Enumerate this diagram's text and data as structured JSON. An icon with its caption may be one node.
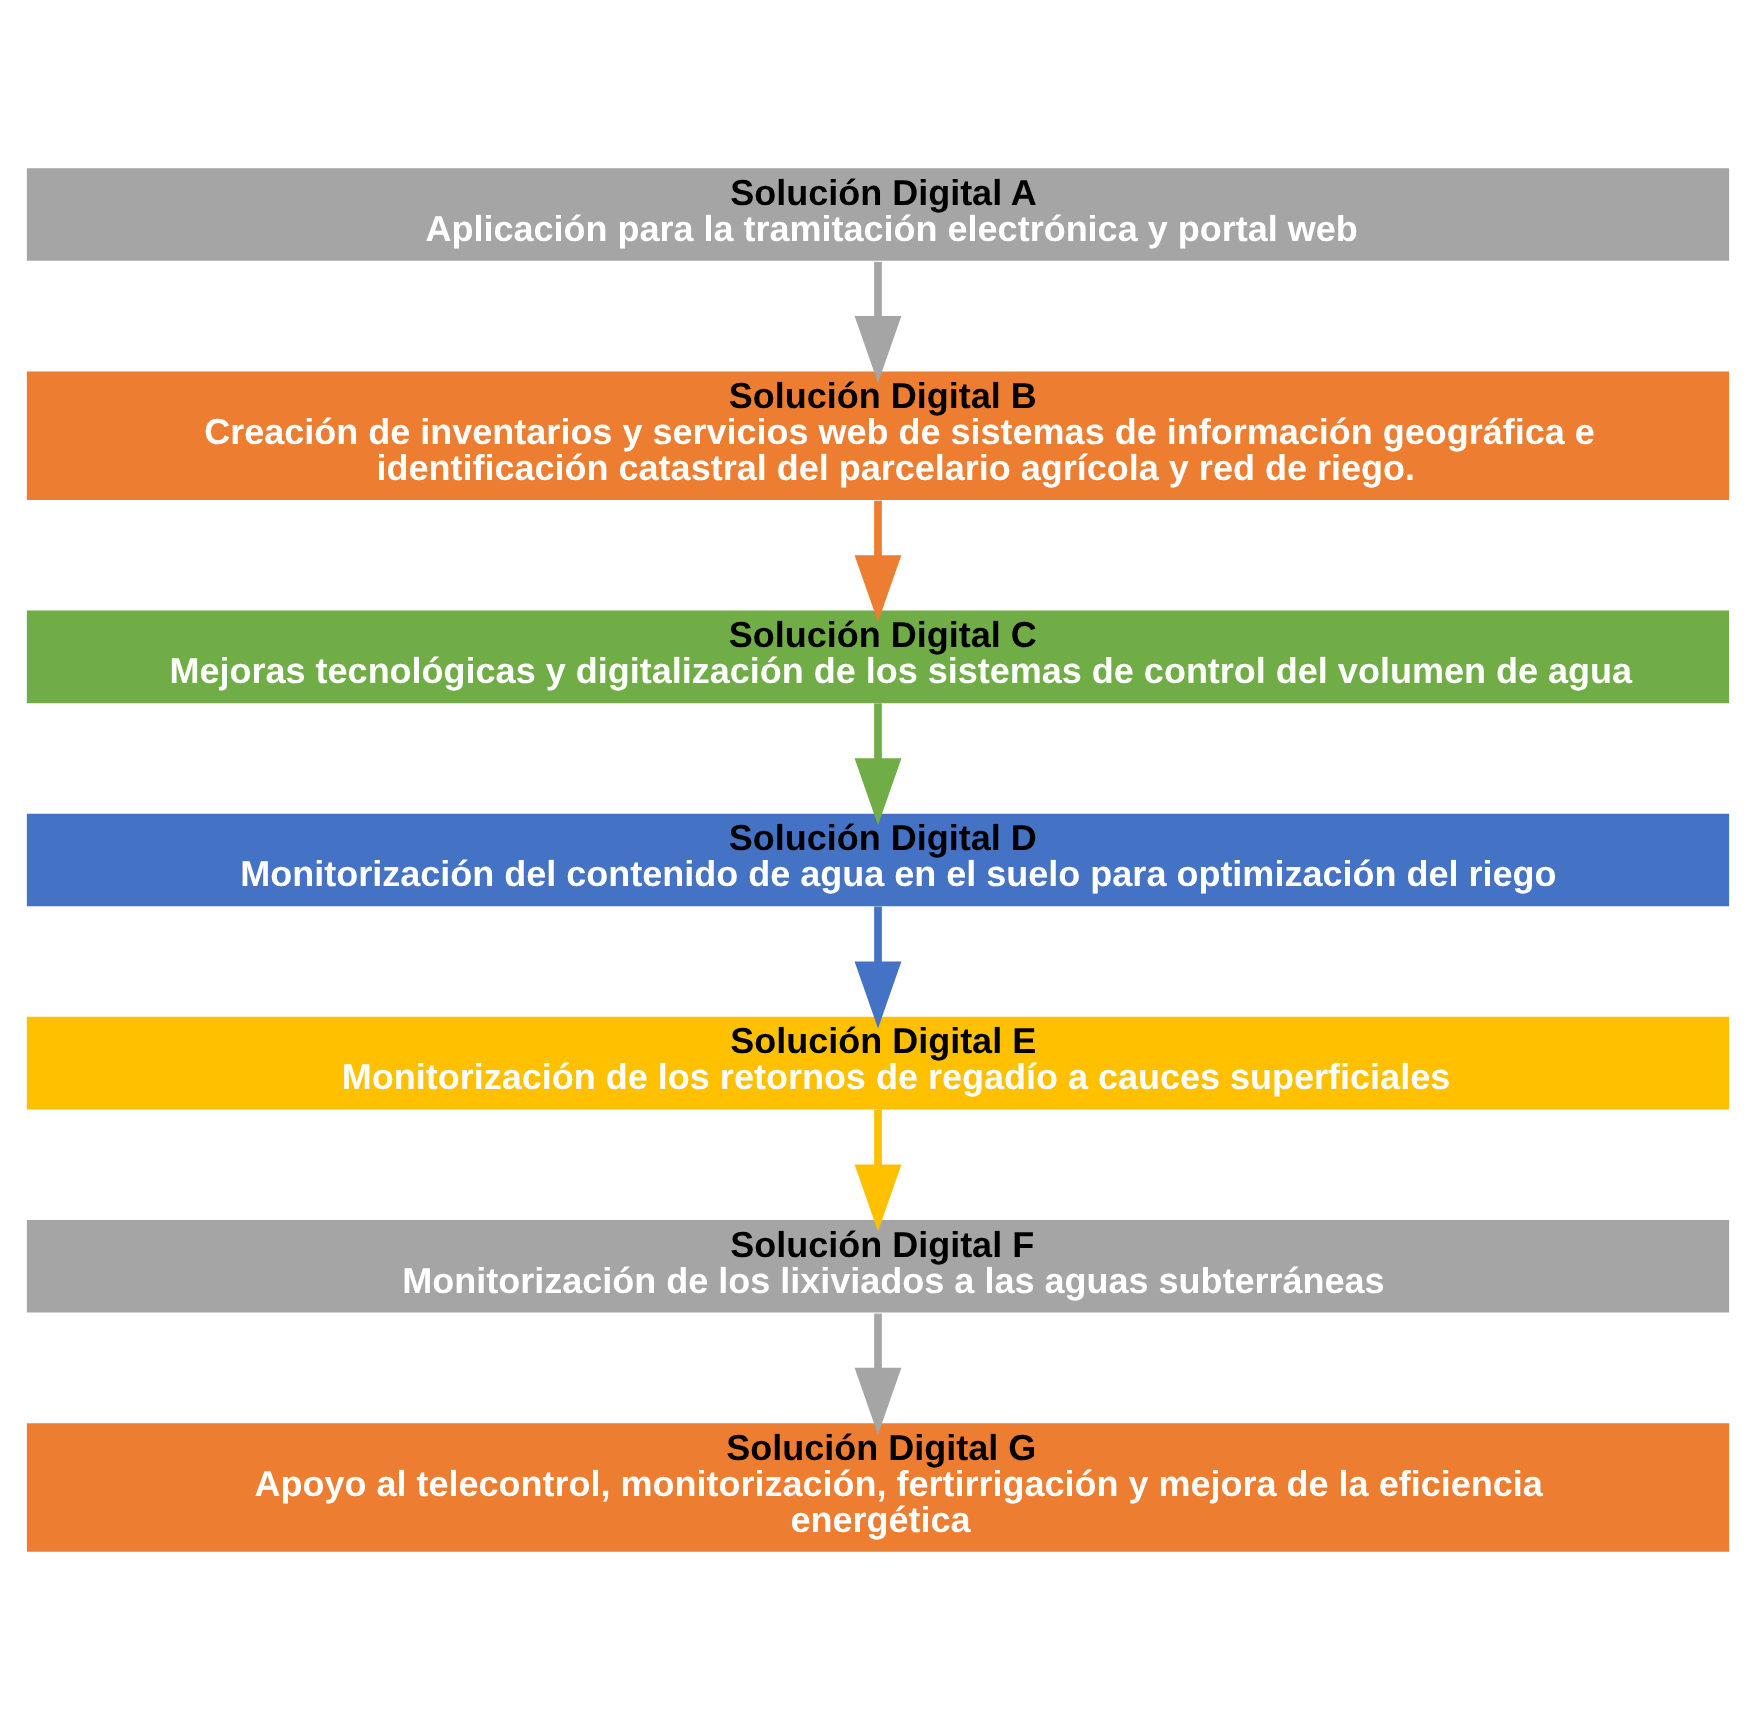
{
  "diagram": {
    "nodes": [
      {
        "text": [
          "Solución Digital A",
          "Aplicación para la tramitación electrónica y portal web"
        ]
      },
      {
        "text": [
          "Solución Digital B",
          "Creación de inventarios y servicios web de sistemas de información geográfica e identificación catastral del parcelario agrícola y red de riego."
        ]
      },
      {
        "text": [
          "Solución Digital C",
          "Mejoras tecnológicas y digitalización de los sistemas de control del volumen de agua"
        ]
      },
      {
        "text": [
          "Solución Digital D",
          "Monitorización del contenido de agua en el suelo para optimización del riego"
        ]
      },
      {
        "text": [
          "Solución Digital E",
          "Monitorización de los retornos de regadío a cauces superficiales"
        ]
      },
      {
        "text": [
          "Solución Digital F",
          "Monitorización de los lixiviados a las aguas subterráneas"
        ]
      },
      {
        "text": [
          "Solución Digital G",
          "Apoyo al telecontrol, monitorización, fertirrigación y mejora de la eficiencia energética"
        ]
      }
    ],
    "edges": [
      {
        "from": 0,
        "to": 1,
        "arrow": "to",
        "color": "#a5a5a5"
      },
      {
        "from": 1,
        "to": 2,
        "arrow": "to",
        "color": "#ed7d31"
      },
      {
        "from": 2,
        "to": 3,
        "arrow": "to",
        "color": "#70ad47"
      },
      {
        "from": 3,
        "to": 4,
        "arrow": "to",
        "color": "#4472c4"
      },
      {
        "from": 4,
        "to": 5,
        "arrow": "to",
        "color": "#ffc000"
      },
      {
        "from": 5,
        "to": 6,
        "arrow": "to",
        "color": "#a5a5a5"
      }
    ]
  }
}
